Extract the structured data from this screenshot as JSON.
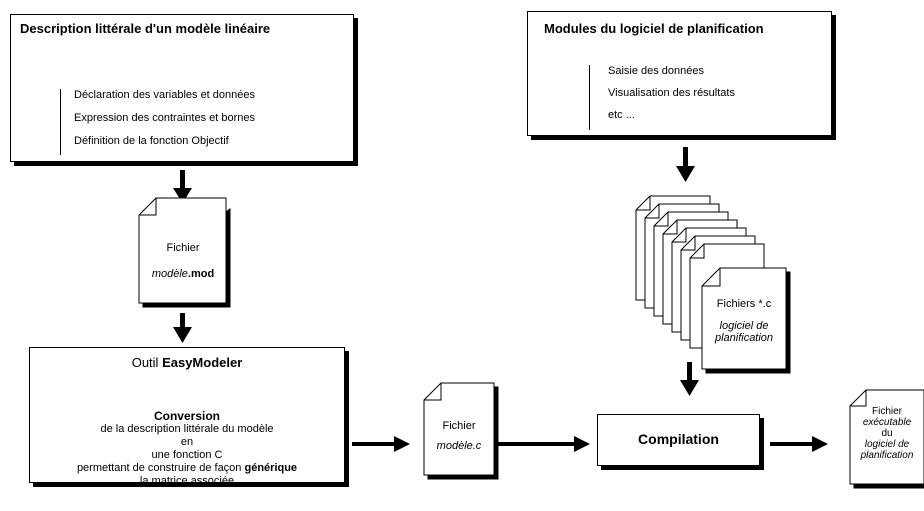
{
  "description_box": {
    "title": "Description littérale d'un modèle linéaire",
    "items": [
      "Déclaration des variables et données",
      "Expression des contraintes et bornes",
      "Définition de la fonction Objectif"
    ]
  },
  "modules_box": {
    "title": "Modules du logiciel de planification",
    "items": [
      "Saisie des données",
      "Visualisation des résultats",
      "etc ..."
    ]
  },
  "mod_file": {
    "line1": "Fichier",
    "name": "modèle",
    "ext": ".mod"
  },
  "easymodeler_box": {
    "title_prefix": "Outil ",
    "title_bold": "EasyModeler",
    "heading": "Conversion",
    "line1": "de la description littérale du modèle",
    "line2": "en",
    "line3": "une fonction C",
    "line4_prefix": "permettant de construire de façon ",
    "line4_bold": "générique",
    "line5": "la matrice associée"
  },
  "c_file": {
    "line1": "Fichier",
    "name": "modèle.c"
  },
  "c_files_stack": {
    "label": "Fichiers  *.c",
    "line2": "logiciel de",
    "line3": "planification"
  },
  "compilation_box": {
    "label": "Compilation"
  },
  "exe_file": {
    "line1": "Fichier",
    "line2": "exécutable",
    "line3": "du",
    "line4": "logiciel de",
    "line5": "planification"
  }
}
